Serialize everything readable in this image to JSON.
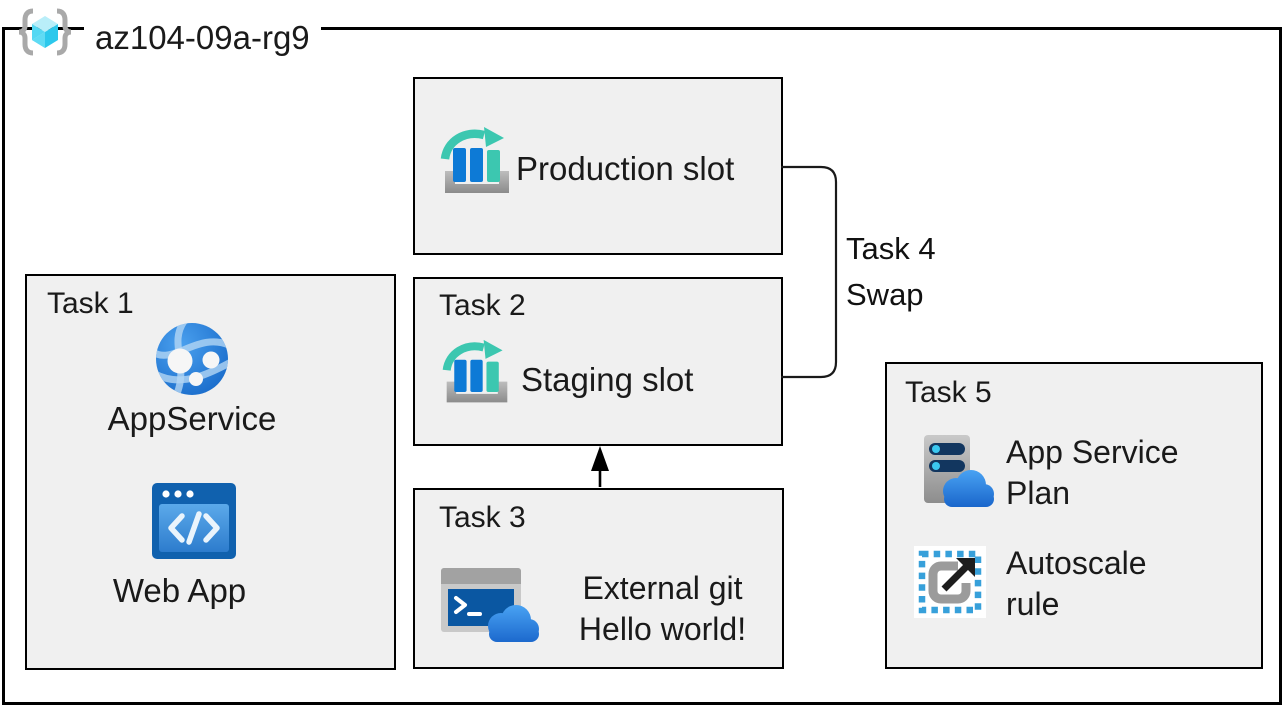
{
  "rg": {
    "label": "az104-09a-rg9"
  },
  "production": {
    "label": "Production slot"
  },
  "task1": {
    "title": "Task 1",
    "app_service": "AppService",
    "web_app": "Web App"
  },
  "task2": {
    "title": "Task 2",
    "staging": "Staging slot"
  },
  "task3": {
    "title": "Task 3",
    "line1": "External git",
    "line2": "Hello world!"
  },
  "task4": {
    "line1": "Task 4",
    "line2": "Swap"
  },
  "task5": {
    "title": "Task 5",
    "asp_line1": "App Service",
    "asp_line2": "Plan",
    "autoscale_line1": "Autoscale",
    "autoscale_line2": "rule"
  },
  "icons": {
    "resource_group": "resource-group-icon",
    "deployment_slots": "deployment-slots-icon",
    "app_service": "app-service-icon",
    "web_app": "web-app-icon",
    "cloud_shell": "cloud-shell-icon",
    "app_service_plan": "app-service-plan-icon",
    "autoscale": "autoscale-icon"
  },
  "colors": {
    "background": "#ffffff",
    "box_fill": "#f0f0f0",
    "border": "#000000",
    "text": "#1a1a1a",
    "azure_blue": "#0d7ad6",
    "teal": "#3cc7b0",
    "cloud_blue_top": "#4aa4f4",
    "cloud_blue_bottom": "#1a66cb",
    "cube_cyan": "#45d4f1",
    "icon_gray": "#a3a3a3",
    "navy_bar": "#12365f",
    "dash_blue": "#37a0da"
  }
}
